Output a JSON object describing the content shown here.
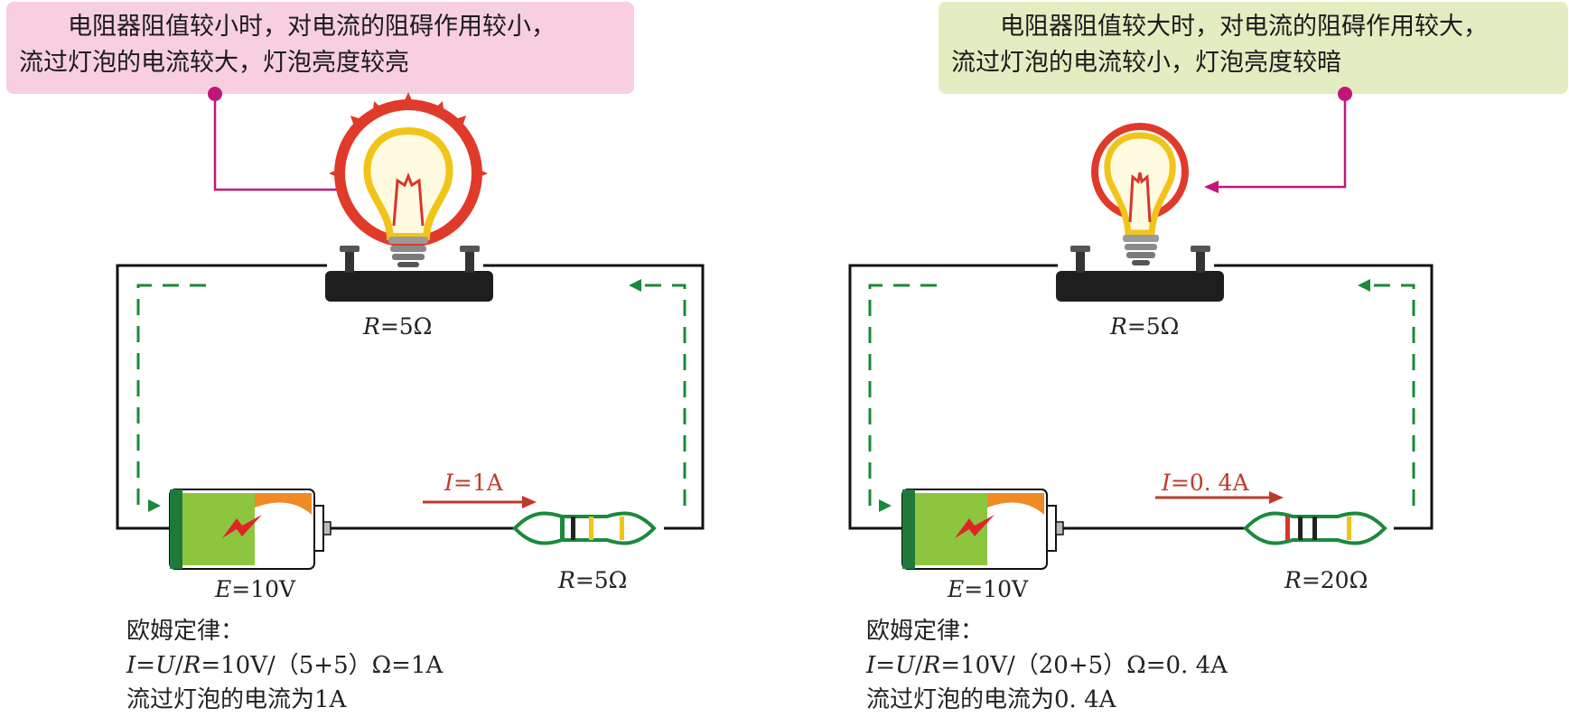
{
  "left": {
    "callout": {
      "line1": "电阻器阻值较小时，对电流的阻碍作用较小，",
      "line2": "流过灯泡的电流较大，灯泡亮度较亮"
    },
    "lamp_resistance": {
      "var": "R",
      "rest": "=5Ω"
    },
    "battery_emf": {
      "var": "E",
      "rest": "=10V"
    },
    "current": {
      "var": "I",
      "rest": "=1A"
    },
    "resistor": {
      "var": "R",
      "rest": "=5Ω"
    },
    "formula": {
      "title": "欧姆定律：",
      "i": "I",
      "eq1": "=",
      "u": "U",
      "slash": "/",
      "r": "R",
      "rest": "=10V/（5+5）Ω=1A",
      "result": "流过灯泡的电流为1A"
    }
  },
  "right": {
    "callout": {
      "line1": "电阻器阻值较大时，对电流的阻碍作用较大，",
      "line2": "流过灯泡的电流较小，灯泡亮度较暗"
    },
    "lamp_resistance": {
      "var": "R",
      "rest": "=5Ω"
    },
    "battery_emf": {
      "var": "E",
      "rest": "=10V"
    },
    "current": {
      "var": "I",
      "rest": "=0. 4A"
    },
    "resistor": {
      "var": "R",
      "rest": "=20Ω"
    },
    "formula": {
      "title": "欧姆定律：",
      "i": "I",
      "eq1": "=",
      "u": "U",
      "slash": "/",
      "r": "R",
      "rest": "=10V/（20+5）Ω=0. 4A",
      "result": "流过灯泡的电流为0. 4A"
    }
  },
  "colors": {
    "pink_callout": "#f7cfe0",
    "green_callout": "#e4edc2",
    "pointer": "#c2177a",
    "current_arrow": "#c0392b",
    "flow_dash": "#1a8a3a",
    "wire": "#111111"
  }
}
